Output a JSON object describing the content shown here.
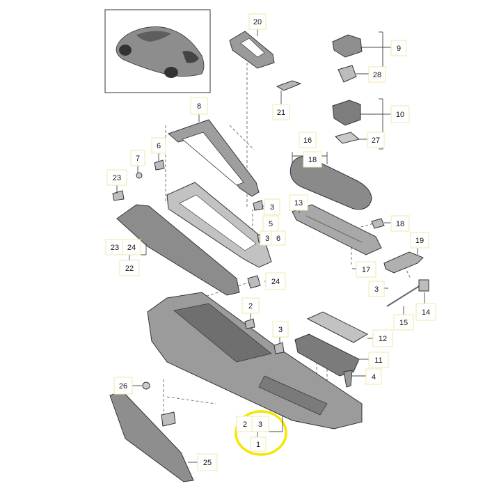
{
  "labels": {
    "l1": "1",
    "l2a": "2",
    "l3a": "3",
    "l2b": "2",
    "l3b": "3",
    "l3c": "3",
    "l3d": "3",
    "l3e": "3",
    "l4": "4",
    "l5": "5",
    "l6a": "6",
    "l6b": "6",
    "l7": "7",
    "l8": "8",
    "l9": "9",
    "l10": "10",
    "l11": "11",
    "l12": "12",
    "l13": "13",
    "l14": "14",
    "l15": "15",
    "l16": "16",
    "l17": "17",
    "l18a": "18",
    "l18b": "18",
    "l19": "19",
    "l20": "20",
    "l21": "21",
    "l22": "22",
    "l23a": "23",
    "l23b": "23",
    "l24a": "24",
    "l24b": "24",
    "l25": "25",
    "l26": "26",
    "l27": "27",
    "l28": "28"
  },
  "colors": {
    "highlight": "#f5e600",
    "label_box": "#f2e7a8",
    "part_fill": "#a9a9a9",
    "part_dark": "#7a7a7a"
  }
}
